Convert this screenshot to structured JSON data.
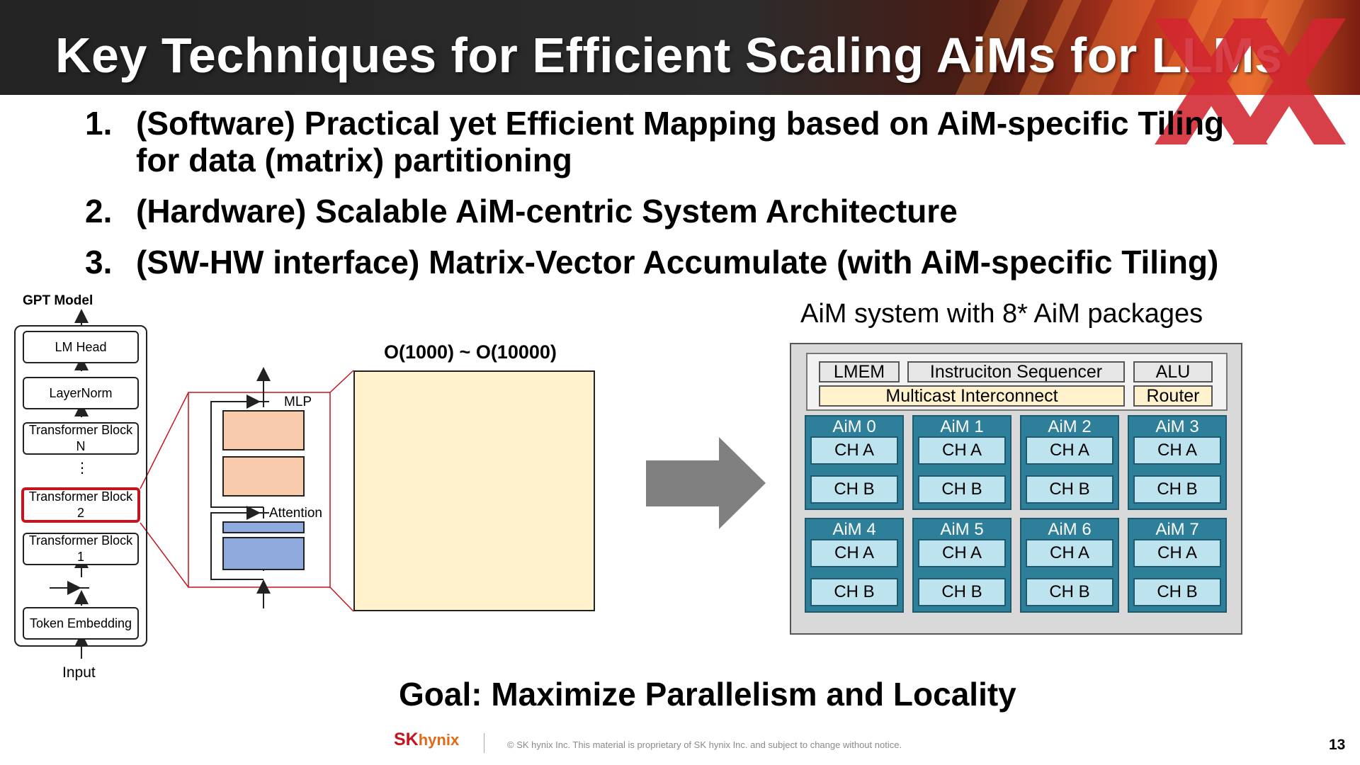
{
  "slide": {
    "title": "Key Techniques for Efficient Scaling AiMs for LLMs",
    "points": [
      {
        "num": "1.",
        "line1": "(Software) Practical yet Efficient Mapping based on AiM-specific Tiling",
        "line2": "for data (matrix) partitioning"
      },
      {
        "num": "2.",
        "line1": "(Hardware) Scalable AiM-centric System Architecture",
        "line2": ""
      },
      {
        "num": "3.",
        "line1": "(SW-HW interface) Matrix-Vector Accumulate (with AiM-specific Tiling)",
        "line2": ""
      }
    ],
    "goal": "Goal: Maximize Parallelism and Locality",
    "page_number": "13"
  },
  "gpt_model": {
    "label": "GPT Model",
    "blocks": [
      "LM Head",
      "LayerNorm",
      "Transformer Block N",
      "⋮",
      "Transformer Block 2",
      "Transformer Block 1",
      "Token Embedding"
    ],
    "input_label": "Input",
    "highlighted_block": "Transformer Block 2",
    "highlight_color": "#c4141e"
  },
  "transformer_detail": {
    "mlp_label": "MLP",
    "attention_label": "Attention",
    "mlp_color": "#f8cbad",
    "attention_color": "#8faadc"
  },
  "matrix": {
    "label": "O(1000) ~ O(10000)",
    "fill_color": "#fff2cc"
  },
  "system": {
    "caption": "AiM system with  8* AiM packages",
    "top_row": [
      "LMEM",
      "Instruciton Sequencer",
      "ALU"
    ],
    "interconnect": "Multicast Interconnect",
    "router": "Router",
    "packages": [
      {
        "name": "AiM 0",
        "channels": [
          "CH A",
          "CH B"
        ]
      },
      {
        "name": "AiM 1",
        "channels": [
          "CH A",
          "CH B"
        ]
      },
      {
        "name": "AiM 2",
        "channels": [
          "CH A",
          "CH B"
        ]
      },
      {
        "name": "AiM 3",
        "channels": [
          "CH A",
          "CH B"
        ]
      },
      {
        "name": "AiM 4",
        "channels": [
          "CH A",
          "CH B"
        ]
      },
      {
        "name": "AiM 5",
        "channels": [
          "CH A",
          "CH B"
        ]
      },
      {
        "name": "AiM 6",
        "channels": [
          "CH A",
          "CH B"
        ]
      },
      {
        "name": "AiM 7",
        "channels": [
          "CH A",
          "CH B"
        ]
      }
    ],
    "package_color": "#2e7f99",
    "channel_color": "#bde3ef"
  },
  "footer": {
    "brand_sk": "SK",
    "brand_hynix": "hynix",
    "note": "© SK hynix Inc. This material is proprietary of SK hynix Inc. and subject to change without notice."
  }
}
